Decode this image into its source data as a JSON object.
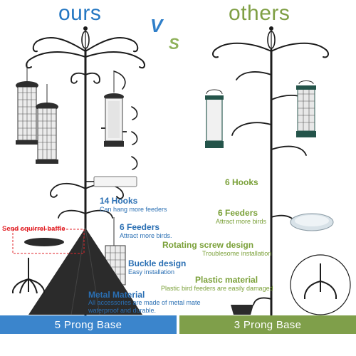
{
  "header": {
    "ours_title": "ours",
    "others_title": "others",
    "vs_v": "V",
    "vs_s": "S"
  },
  "ours": {
    "hooks_title": "14 Hooks",
    "hooks_sub": "Can hang more feeders",
    "feeders_title": "6 Feeders",
    "feeders_sub": "Attract more birds.",
    "buckle_title": "Buckle design",
    "buckle_sub": "Easy installation",
    "metal_title": "Metal Material",
    "metal_sub_1": "All accessories are made of metal mate",
    "metal_sub_2": "waterproof and durable.",
    "baffle_label": "Send squirrel baffle",
    "base_label": "5 Prong Base"
  },
  "others": {
    "hooks_title": "6 Hooks",
    "feeders_title": "6 Feeders",
    "feeders_sub": "Attract more birds",
    "rotating_title": "Rotating screw design",
    "rotating_sub": "Troublesome installation",
    "plastic_title": "Plastic material",
    "plastic_sub": "Plastic bird feeders are easily damaged",
    "base_label": "3 Prong Base"
  },
  "colors": {
    "ours_blue": "#3b85cc",
    "others_green": "#7f9f4a",
    "baffle_red": "#e2262b",
    "pole_black": "#1c1c1c"
  }
}
